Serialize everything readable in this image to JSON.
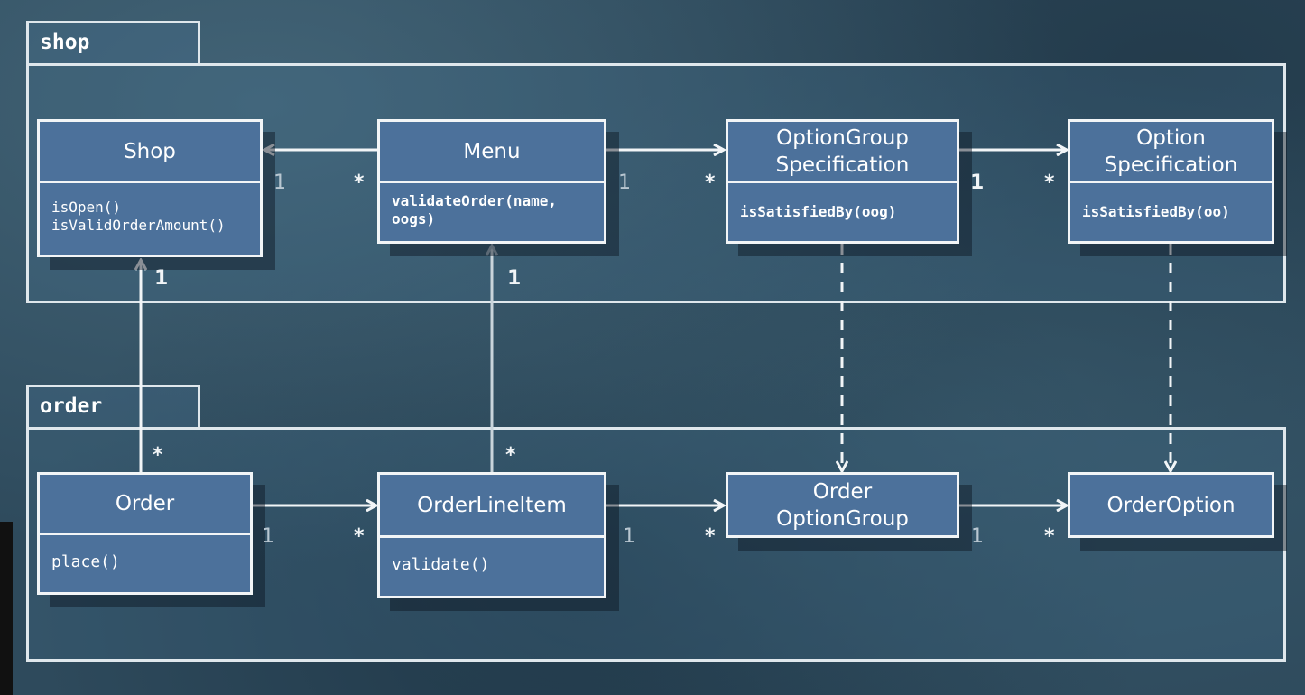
{
  "packages": {
    "shop": "shop",
    "order": "order"
  },
  "classes": {
    "shop": {
      "name": "Shop",
      "ops": "isOpen()\nisValidOrderAmount()"
    },
    "menu": {
      "name": "Menu",
      "ops": "validateOrder(name,\noogs)"
    },
    "option_group_spec": {
      "name": "OptionGroup\nSpecification",
      "ops": "isSatisfiedBy(oog)"
    },
    "option_spec": {
      "name": "Option\nSpecification",
      "ops": "isSatisfiedBy(oo)"
    },
    "order": {
      "name": "Order",
      "ops": "place()"
    },
    "order_line_item": {
      "name": "OrderLineItem",
      "ops": "validate()"
    },
    "order_option_group": {
      "name": "Order\nOptionGroup"
    },
    "order_option": {
      "name": "OrderOption"
    }
  },
  "multiplicities": {
    "shop_menu_one": "1",
    "shop_menu_many": "*",
    "menu_ogs_one": "1",
    "menu_ogs_many": "*",
    "ogs_os_one": "1",
    "ogs_os_many": "*",
    "order_shop_one": "1",
    "order_shop_many": "*",
    "oli_menu_one": "1",
    "oli_menu_many": "*",
    "order_oli_one": "1",
    "order_oli_many": "*",
    "oli_oog_one": "1",
    "oli_oog_many": "*",
    "oog_oo_one": "1",
    "oog_oo_many": "*"
  },
  "colors": {
    "class_fill": "#4c719b",
    "line": "#f2f5f7",
    "background": "#2e4a5c"
  }
}
